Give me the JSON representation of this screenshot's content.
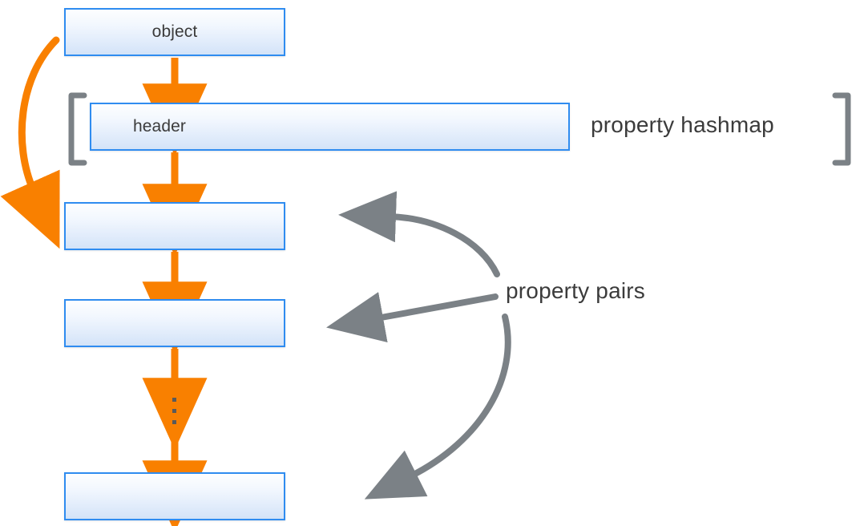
{
  "diagram": {
    "title": "object property hashmap and property pairs layout",
    "colors": {
      "box_border": "#2f8cf0",
      "box_fill_top": "#fdfeff",
      "box_fill_bottom": "#d3e3f8",
      "orange_accent": "#f98000",
      "gray_annotation": "#7b8186",
      "bracket_gray": "#7b8186",
      "text": "#3b3b3b",
      "background": "#ffffff"
    },
    "nodes": [
      {
        "id": "object",
        "label": "object"
      },
      {
        "id": "header",
        "label": "header"
      },
      {
        "id": "pair1",
        "label": ""
      },
      {
        "id": "pair2",
        "label": ""
      },
      {
        "id": "pair3",
        "label": ""
      }
    ],
    "annotations": [
      {
        "id": "hashmap",
        "label": "property hashmap"
      },
      {
        "id": "pairs",
        "label": "property pairs"
      }
    ],
    "hashmap": {
      "slot_tick_count": 4,
      "bracket_left": "[",
      "bracket_right": "]"
    },
    "ellipsis": {
      "dot_count": 3,
      "orientation": "vertical"
    },
    "flow": {
      "orange_arrow_count": 4,
      "orange_curved_arrow_count": 1,
      "gray_arrow_count": 3
    }
  }
}
